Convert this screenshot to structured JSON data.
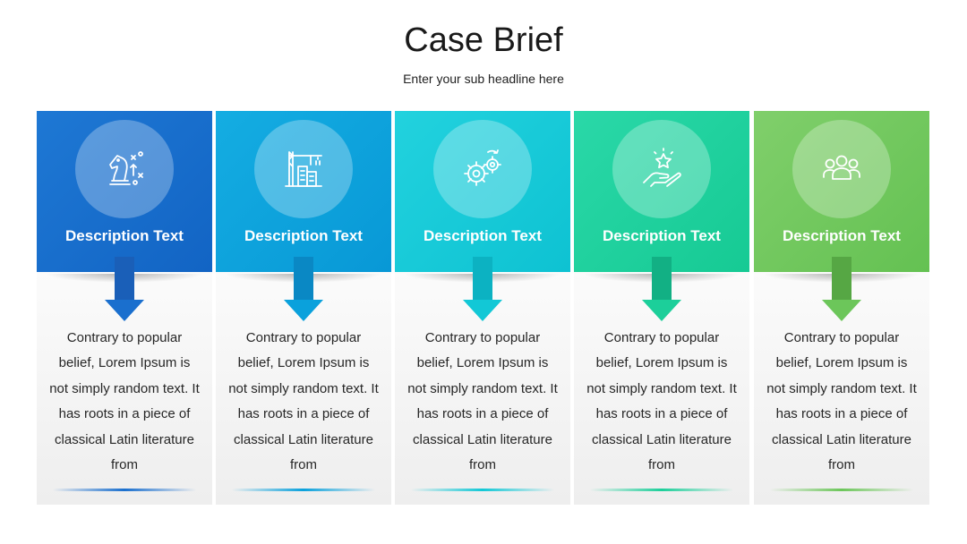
{
  "title": "Case Brief",
  "subtitle": "Enter your sub headline here",
  "cards": [
    {
      "icon": "chess-strategy-icon",
      "color": "#1a6fce",
      "color_light": "#2a86d8",
      "label": "Description Text",
      "text": "Contrary to popular belief, Lorem Ipsum is not simply random text. It has roots in a piece of classical Latin literature from"
    },
    {
      "icon": "construction-crane-icon",
      "color": "#0aa1dc",
      "color_light": "#1bb2e3",
      "label": "Description Text",
      "text": "Contrary to popular belief, Lorem Ipsum is not simply random text. It has roots in a piece of classical Latin literature from"
    },
    {
      "icon": "gears-icon",
      "color": "#12c8d6",
      "color_light": "#26d4de",
      "label": "Description Text",
      "text": "Contrary to popular belief, Lorem Ipsum is not simply random text. It has roots in a piece of classical Latin literature from"
    },
    {
      "icon": "hand-star-icon",
      "color": "#1ccf9a",
      "color_light": "#2fd7a6",
      "label": "Description Text",
      "text": "Contrary to popular belief, Lorem Ipsum is not simply random text. It has roots in a piece of classical Latin literature from"
    },
    {
      "icon": "team-group-icon",
      "color": "#6cc65a",
      "color_light": "#83d06f",
      "label": "Description Text",
      "text": "Contrary to popular belief, Lorem Ipsum is not simply random text. It has roots in a piece of classical Latin literature from"
    }
  ]
}
